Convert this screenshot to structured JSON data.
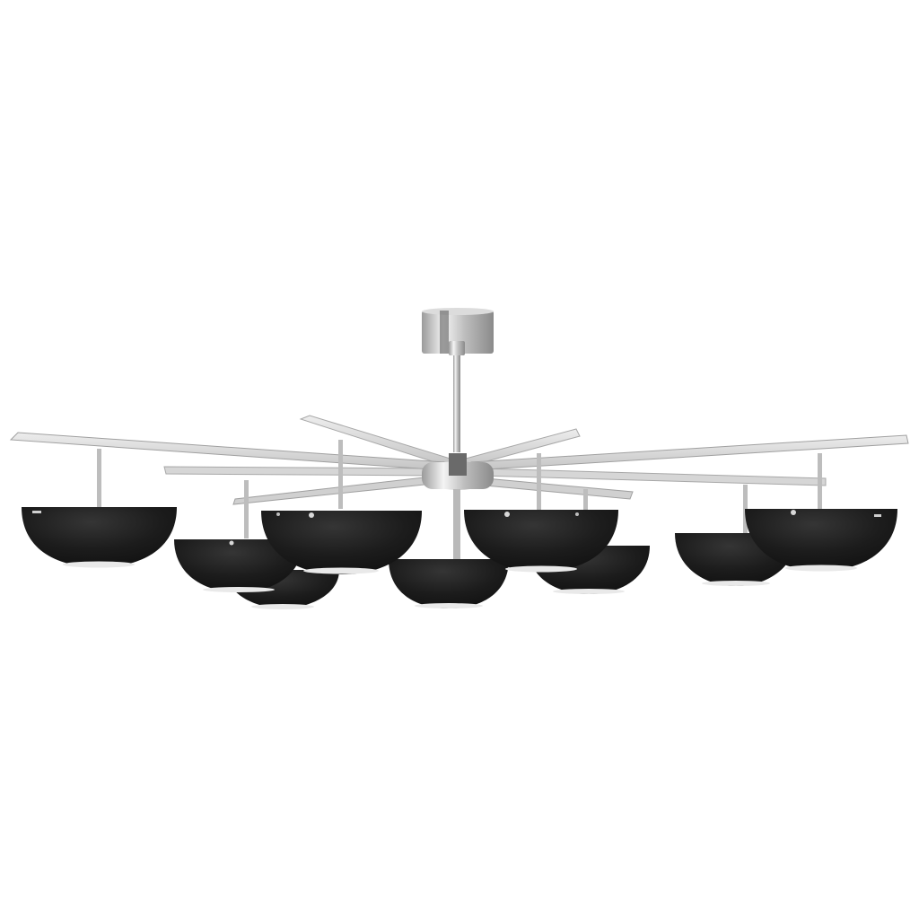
{
  "image": {
    "subject": "chandelier-product-photo",
    "background_color": "#ffffff"
  },
  "colors": {
    "finish_light": "#f2f2f2",
    "finish_mid": "#c9c9c9",
    "finish_dark": "#8f8f8f",
    "shade": "#1a1a1a",
    "shade_highlight": "#2e2e2e",
    "diffuser": "#e9e9e9"
  },
  "fixture": {
    "arm_count": 8,
    "shade_count": 9,
    "canopy_shape": "round",
    "shade_shape": "half-dome"
  }
}
